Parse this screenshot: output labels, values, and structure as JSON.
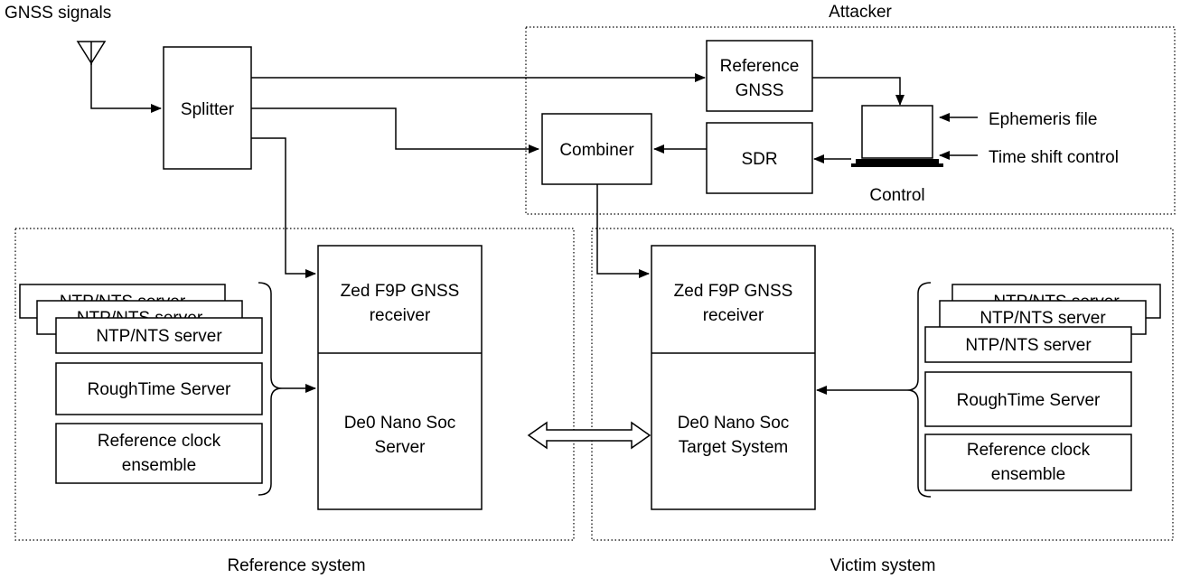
{
  "labels": {
    "gnss_signals": "GNSS signals",
    "attacker": "Attacker",
    "reference_system": "Reference system",
    "victim_system": "Victim system",
    "control": "Control",
    "ephemeris_file": "Ephemeris file",
    "time_shift_control": "Time shift control"
  },
  "blocks": {
    "splitter": "Splitter",
    "reference_gnss": [
      "Reference",
      "GNSS"
    ],
    "combiner": "Combiner",
    "sdr": "SDR",
    "ref_receiver": [
      "Zed F9P GNSS",
      "receiver"
    ],
    "ref_soc": [
      "De0 Nano Soc",
      "Server"
    ],
    "victim_receiver": [
      "Zed F9P GNSS",
      "receiver"
    ],
    "victim_soc": [
      "De0 Nano Soc",
      "Target System"
    ]
  },
  "server_stack_left": {
    "ntp_servers": [
      "NTP/NTS server",
      "NTP/NTS server",
      "NTP/NTS server"
    ],
    "roughtime": "RoughTime Server",
    "reference_clock": [
      "Reference clock",
      "ensemble"
    ]
  },
  "server_stack_right": {
    "ntp_servers": [
      "NTP/NTS server",
      "NTP/NTS server",
      "NTP/NTS server"
    ],
    "roughtime": "RoughTime Server",
    "reference_clock": [
      "Reference clock",
      "ensemble"
    ]
  }
}
